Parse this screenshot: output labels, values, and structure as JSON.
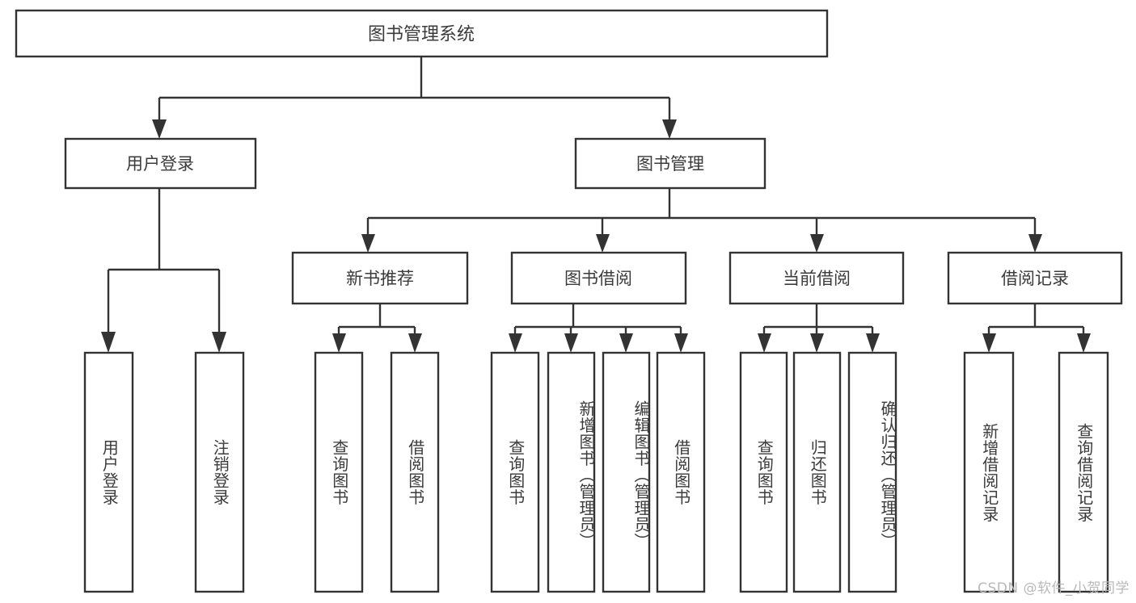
{
  "diagram": {
    "type": "tree-hierarchy-functional-decomposition",
    "root": {
      "label": "图书管理系统"
    },
    "level1": [
      {
        "label": "用户登录"
      },
      {
        "label": "图书管理"
      }
    ],
    "level2": [
      {
        "label": "新书推荐"
      },
      {
        "label": "图书借阅"
      },
      {
        "label": "当前借阅"
      },
      {
        "label": "借阅记录"
      }
    ],
    "leaves": {
      "user_login": [
        {
          "label": "用户登录"
        },
        {
          "label": "注销登录"
        }
      ],
      "new_book_recommend": [
        {
          "label": "查询图书"
        },
        {
          "label": "借阅图书"
        }
      ],
      "book_borrow": [
        {
          "label": "查询图书"
        },
        {
          "label": "新增图书（管理员）"
        },
        {
          "label": "编辑图书（管理员）"
        },
        {
          "label": "借阅图书"
        }
      ],
      "current_borrow": [
        {
          "label": "查询图书"
        },
        {
          "label": "归还图书"
        },
        {
          "label": "确认归还（管理员）"
        }
      ],
      "borrow_record": [
        {
          "label": "新增借阅记录"
        },
        {
          "label": "查询借阅记录"
        }
      ]
    },
    "watermark": "CSDN @软件_小贺同学",
    "colors": {
      "background": "#ffffff",
      "box_fill": "#ffffff",
      "box_stroke": "#333333",
      "text": "#3b3b3b",
      "watermark": "#b9b9b9"
    }
  }
}
